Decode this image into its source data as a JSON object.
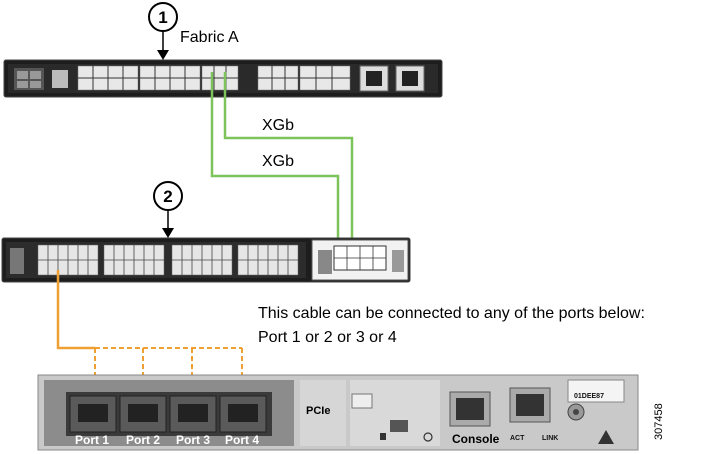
{
  "callouts": {
    "one": "1",
    "two": "2"
  },
  "fabric_label": "Fabric A",
  "links": {
    "xgb_upper": "XGb",
    "xgb_lower": "XGb"
  },
  "note": {
    "line1": "This cable can be connected to any of the ports below:",
    "line2": "Port 1 or 2 or 3 or 4"
  },
  "card": {
    "ports": [
      "Port 1",
      "Port 2",
      "Port 3",
      "Port 4"
    ],
    "pcie": "PCIe",
    "console": "Console",
    "act": "ACT",
    "link": "LINK",
    "serial_tag": "01DEE87"
  },
  "figure_number": "307458",
  "colors": {
    "green_cable": "#7cc35c",
    "orange_cable": "#f0a033",
    "chassis": "#1b1b1b",
    "card_bezel": "#c9c9c9"
  }
}
